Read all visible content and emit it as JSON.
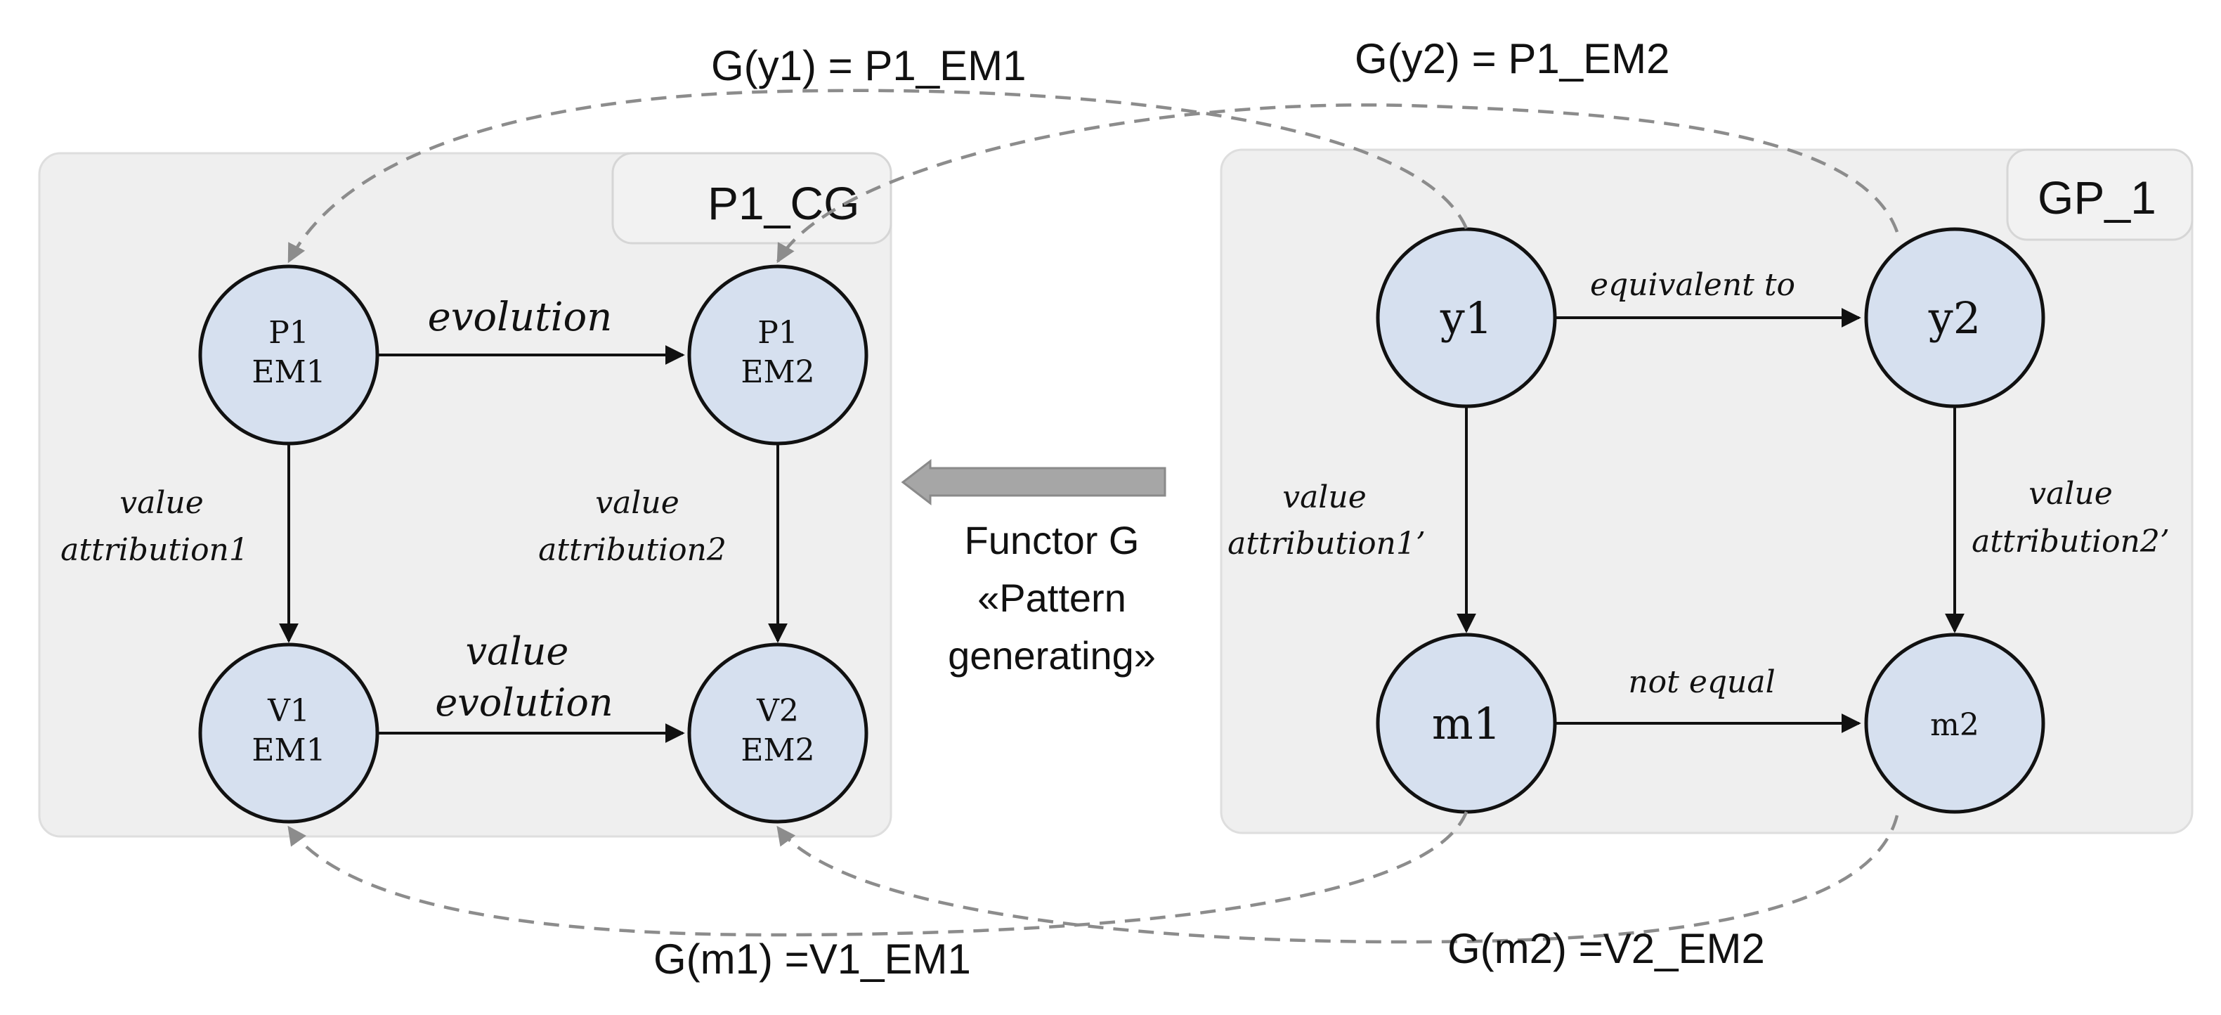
{
  "left_panel": {
    "title": "P1_CG",
    "nodes": {
      "p1_em1": [
        "P1",
        "EM1"
      ],
      "p1_em2": [
        "P1",
        "EM2"
      ],
      "v1_em1": [
        "V1",
        "EM1"
      ],
      "v2_em2": [
        "V2",
        "EM2"
      ]
    },
    "edges": {
      "evolution": "evolution",
      "value_attribution1": [
        "value",
        "attribution1"
      ],
      "value_attribution2": [
        "value",
        "attribution2"
      ],
      "value_evolution": [
        "value",
        "evolution"
      ]
    }
  },
  "right_panel": {
    "title": "GP_1",
    "nodes": {
      "y1": "y1",
      "y2": "y2",
      "m1": "m1",
      "m2": "m2"
    },
    "edges": {
      "equivalent_to": "equivalent to",
      "value_attribution1p": [
        "value",
        "attribution1’"
      ],
      "value_attribution2p": [
        "value",
        "attribution2’"
      ],
      "not_equal": "not equal"
    }
  },
  "functor": {
    "lines": [
      "Functor G",
      "«Pattern",
      "generating»"
    ]
  },
  "mappings": {
    "g_y1": "G(y1) = P1_EM1",
    "g_y2": "G(y2) = P1_EM2",
    "g_m1": "G(m1) =V1_EM1",
    "g_m2": "G(m2) =V2_EM2"
  },
  "colors": {
    "node_fill": "#d6e0ef",
    "panel_fill": "#efefef",
    "dashed_arrow": "#8c8c8c",
    "functor_arrow": "#a6a6a6"
  }
}
